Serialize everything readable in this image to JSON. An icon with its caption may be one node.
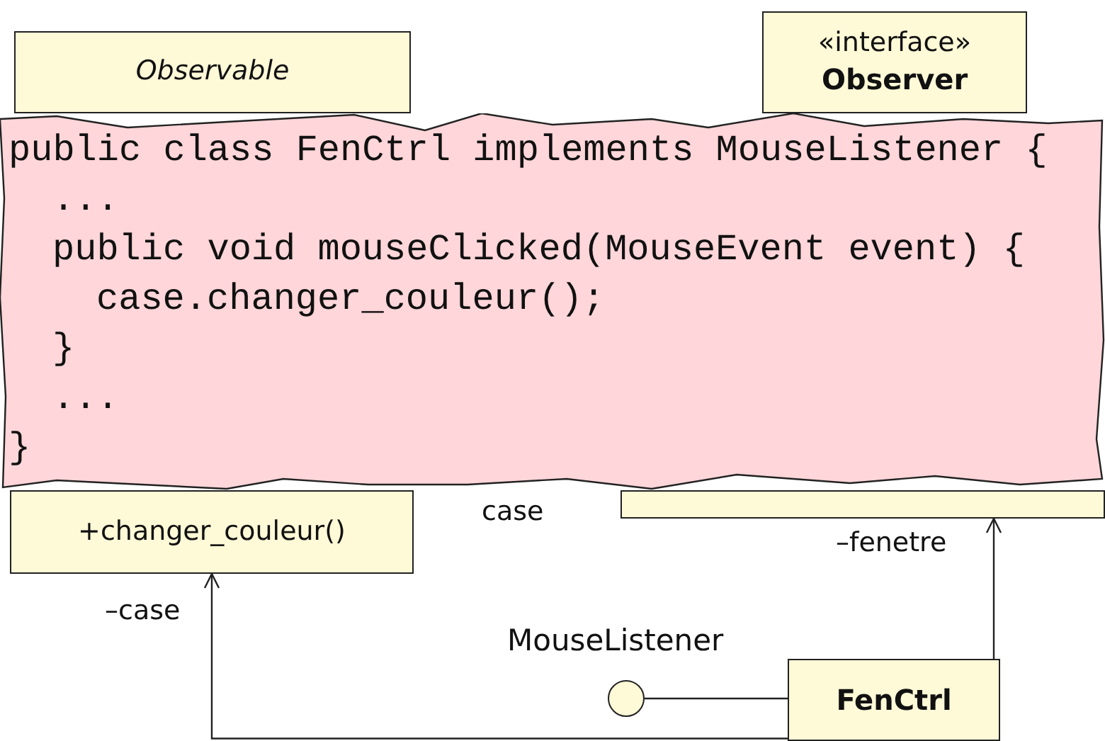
{
  "diagram": {
    "nodes": [
      {
        "text": [
          "Observable"
        ]
      },
      {
        "text": [
          "«interface»",
          "Observer"
        ]
      },
      {
        "text": [
          "+changer_couleur()"
        ]
      },
      {
        "text": [],
        "shape": "box"
      },
      {
        "text": [
          "FenCtrl"
        ]
      },
      {
        "text": [
          "MouseListener"
        ]
      },
      {
        "text": [
          "public class FenCtrl implements MouseListener {",
          "...",
          "public void mouseClicked(MouseEvent event) {",
          "case.changer_couleur();",
          "}",
          "...",
          "}"
        ]
      }
    ],
    "edges": [
      {
        "from": 4,
        "to": 2,
        "arrow": "to",
        "label": "–case"
      },
      {
        "from": 4,
        "to": 3,
        "arrow": "to",
        "label": "–fenetre"
      },
      {
        "from": 5,
        "to": 4,
        "arrow": "none"
      }
    ],
    "labels": [
      "case"
    ]
  }
}
